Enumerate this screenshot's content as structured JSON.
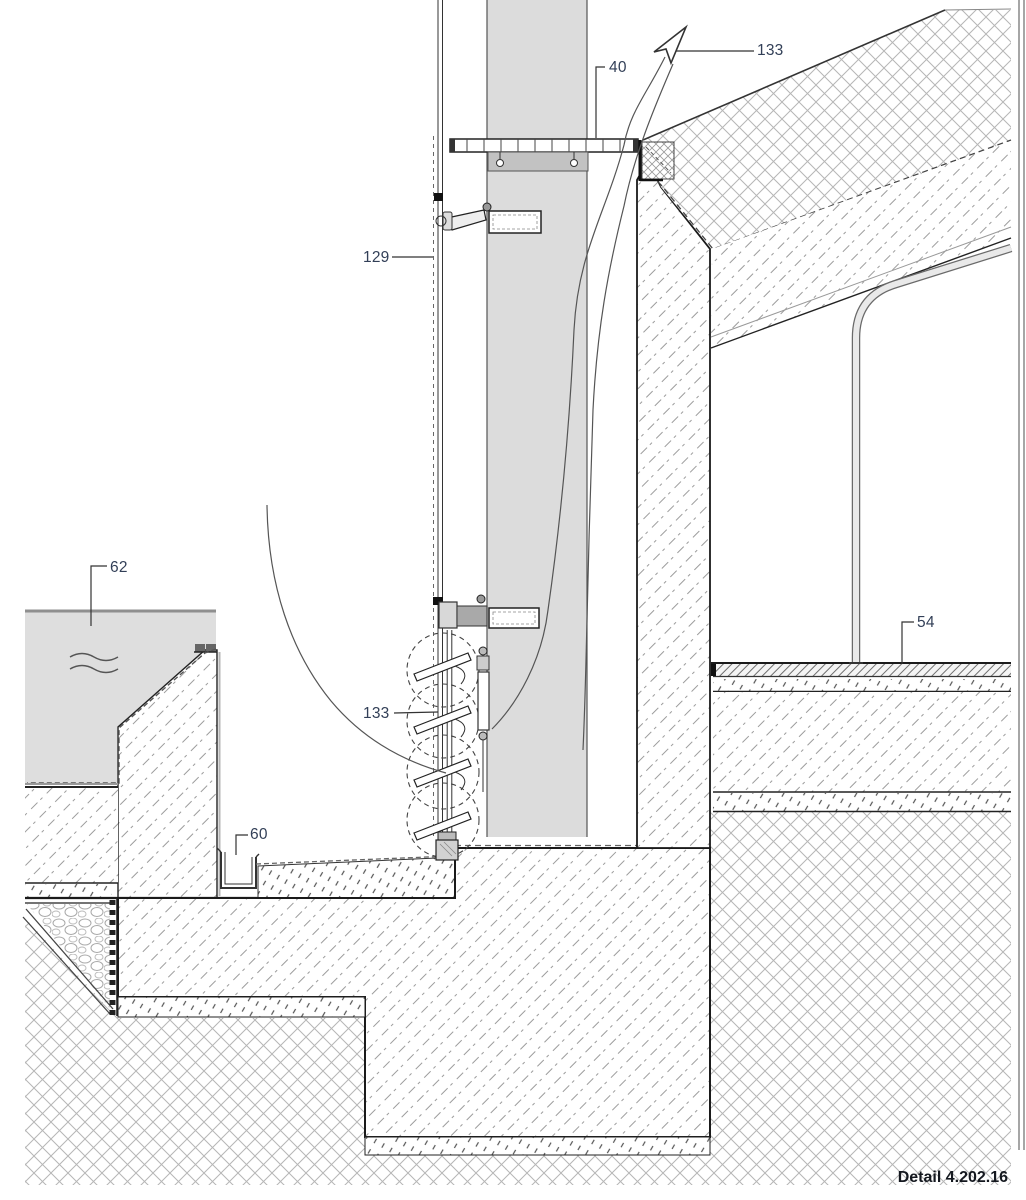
{
  "sheet": {
    "title": "Detail 4.202.16"
  },
  "callouts": {
    "c40": {
      "label": "40"
    },
    "c133_top": {
      "label": "133"
    },
    "c129": {
      "label": "129"
    },
    "c62": {
      "label": "62"
    },
    "c54": {
      "label": "54"
    },
    "c60": {
      "label": "60"
    },
    "c133_mid": {
      "label": "133"
    }
  },
  "palette": {
    "ink": "#1a1a1a",
    "hatch_gray": "#b6b6b6",
    "concrete_hatch": "#9c9c9c",
    "fill_gray": "#dcdcdc",
    "annotation_text": "#323f57"
  }
}
